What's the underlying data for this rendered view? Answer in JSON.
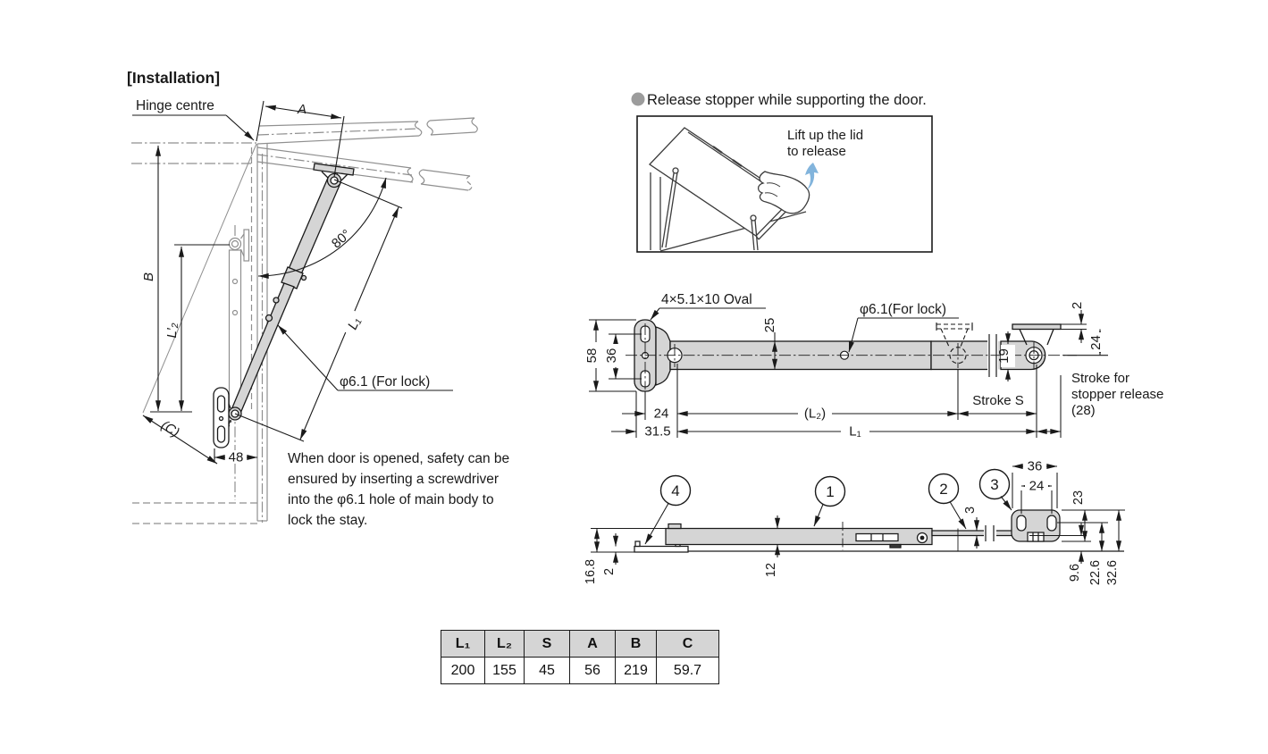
{
  "colors": {
    "line": "#1a1a1a",
    "context_gray": "#8f8f8f",
    "fill_gray": "#d5d5d5",
    "bullet_gray": "#9c9c9c",
    "arrow_blue": "#82b4dc"
  },
  "installation": {
    "title": "[Installation]",
    "hinge_label": "Hinge centre",
    "dim_a": "A",
    "dim_b": "B",
    "dim_l2_closed": "L′₂",
    "dim_c": "(C)",
    "dim_48": "48",
    "dim_angle": "80°",
    "dim_l1": "L₁",
    "lock_hole_label": "φ6.1 (For lock)",
    "note_line1": "When door is opened, safety can be",
    "note_line2": "ensured by inserting a screwdriver",
    "note_line3": "into the φ6.1 hole of main body to",
    "note_line4": "lock the stay."
  },
  "release": {
    "heading": "Release stopper while supporting the door.",
    "caption_line1": "Lift up the lid",
    "caption_line2": "to release"
  },
  "side_view": {
    "oval_label": "4×5.1×10 Oval",
    "lock_label": "φ6.1(For lock)",
    "dim_58": "58",
    "dim_36": "36",
    "dim_25": "25",
    "dim_24_left": "24",
    "dim_31_5": "31.5",
    "dim_l2": "(L₂)",
    "dim_l1": "L₁",
    "dim_stroke_s": "Stroke S",
    "dim_2": "2",
    "dim_24_right": "24",
    "dim_19": "19",
    "release_line1": "Stroke for",
    "release_line2": "stopper release",
    "release_line3": "(28)"
  },
  "top_view": {
    "balloon_1": "1",
    "balloon_2": "2",
    "balloon_3": "3",
    "balloon_4": "4",
    "dim_16_8": "16.8",
    "dim_2": "2",
    "dim_12": "12",
    "dim_3": "3",
    "dim_36": "36",
    "dim_24": "24",
    "dim_23": "23",
    "dim_9_6": "9.6",
    "dim_22_6": "22.6",
    "dim_32_6": "32.6"
  },
  "spec_table": {
    "headers": [
      "L₁",
      "L₂",
      "S",
      "A",
      "B",
      "C"
    ],
    "values": [
      "200",
      "155",
      "45",
      "56",
      "219",
      "59.7"
    ]
  }
}
